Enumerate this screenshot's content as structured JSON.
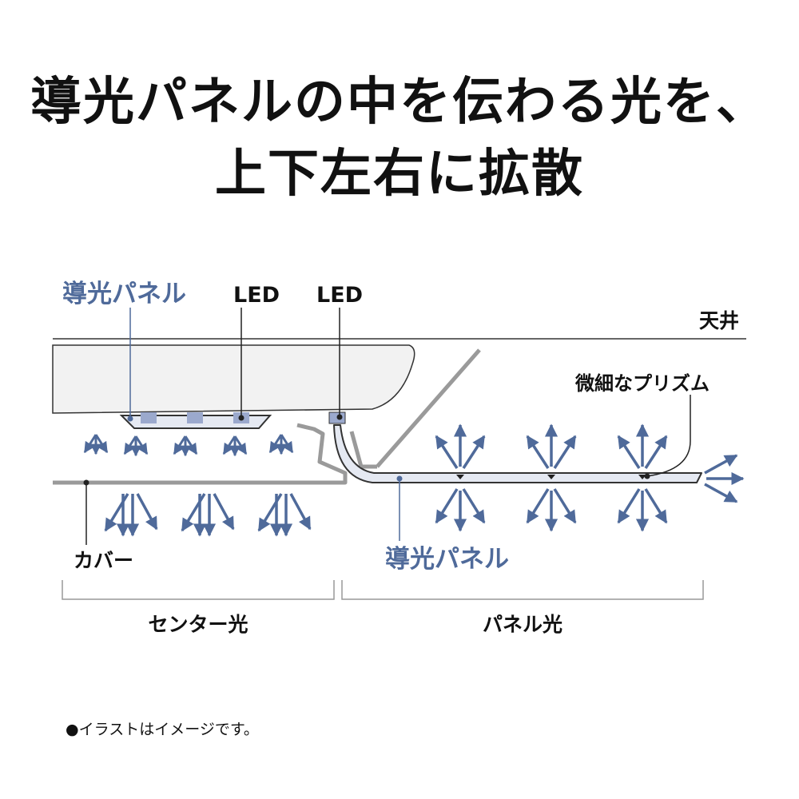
{
  "title": {
    "line1": "導光パネルの中を伝わる光を、",
    "line2": "上下左右に拡散"
  },
  "labels": {
    "light_guide_panel_top": "導光パネル",
    "led_left": "LED",
    "led_right": "LED",
    "ceiling": "天井",
    "micro_prism": "微細なプリズム",
    "cover": "カバー",
    "light_guide_panel_bottom": "導光パネル",
    "center_light": "センター光",
    "panel_light": "パネル光"
  },
  "footnote": "●イラストはイメージです。",
  "colors": {
    "accent_blue": "#4F6A9A",
    "led_block": "#9BA9CD",
    "panel_fill": "#E5E9F2",
    "body_fill": "#F2F2F2",
    "cover_gray": "#9A9A9A",
    "line_dark": "#333333",
    "text": "#111111"
  }
}
